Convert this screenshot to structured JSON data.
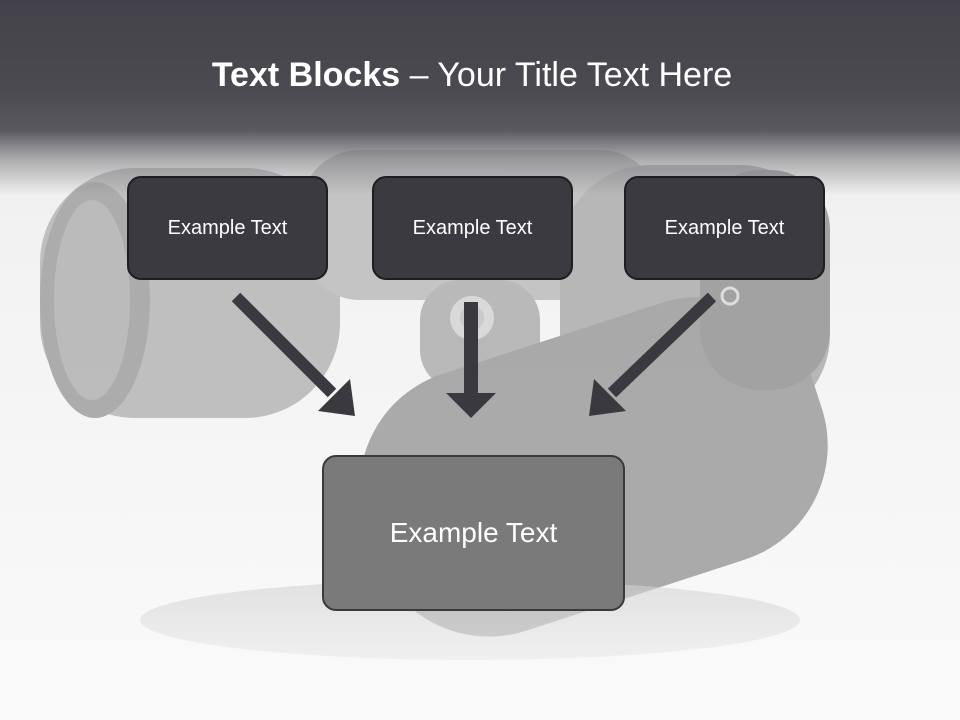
{
  "slide": {
    "title_bold": "Text Blocks",
    "title_dash": "–",
    "title_rest": "Your Title Text Here"
  },
  "diagram": {
    "top_boxes": [
      {
        "label": "Example Text"
      },
      {
        "label": "Example Text"
      },
      {
        "label": "Example Text"
      }
    ],
    "bottom_box": {
      "label": "Example Text"
    }
  },
  "colors": {
    "header": "#444249",
    "top_box_fill": "#3b3a40",
    "bottom_box_fill": "#7a7a7a",
    "arrow": "#3a393f"
  },
  "background_image": "binoculars-photo"
}
